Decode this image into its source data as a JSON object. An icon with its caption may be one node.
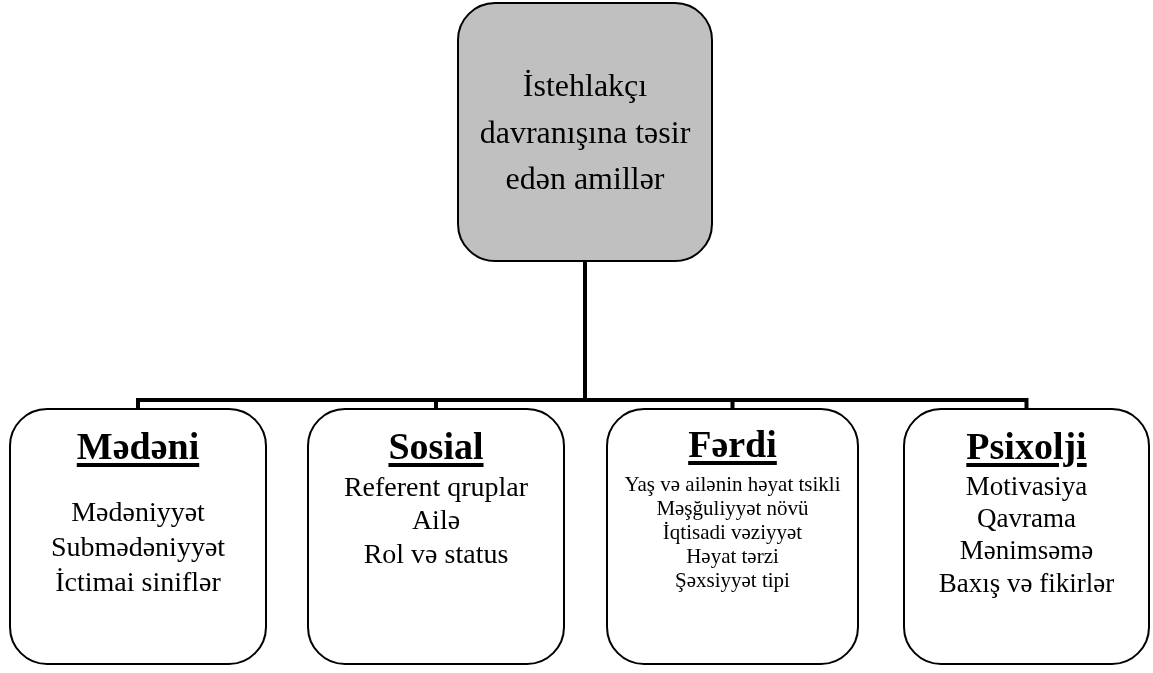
{
  "diagram": {
    "nodes": [
      {
        "text": [
          "İstehlakçı davranışına təsir edən amillər"
        ]
      },
      {
        "text": [
          "Mədəni",
          "Mədəniyyət",
          "Submədəniyyət",
          "İctimai siniflər"
        ]
      },
      {
        "text": [
          "Sosial",
          "Referent qruplar",
          "Ailə",
          "Rol və status"
        ]
      },
      {
        "text": [
          "Fərdi",
          "Yaş və ailənin həyat tsikli",
          "Məşğuliyyət növü",
          "İqtisadi vəziyyət",
          "Həyat tərzi",
          "Şəxsiyyət tipi"
        ]
      },
      {
        "text": [
          "Psixolji",
          "Motivasiya",
          "Qavrama",
          "Mənimsəmə",
          "Baxış və fikirlər"
        ]
      }
    ],
    "edges": [
      {
        "from": 0,
        "to": 1,
        "arrow": "none"
      },
      {
        "from": 0,
        "to": 2,
        "arrow": "none"
      },
      {
        "from": 0,
        "to": 3,
        "arrow": "none"
      },
      {
        "from": 0,
        "to": 4,
        "arrow": "none"
      }
    ]
  }
}
